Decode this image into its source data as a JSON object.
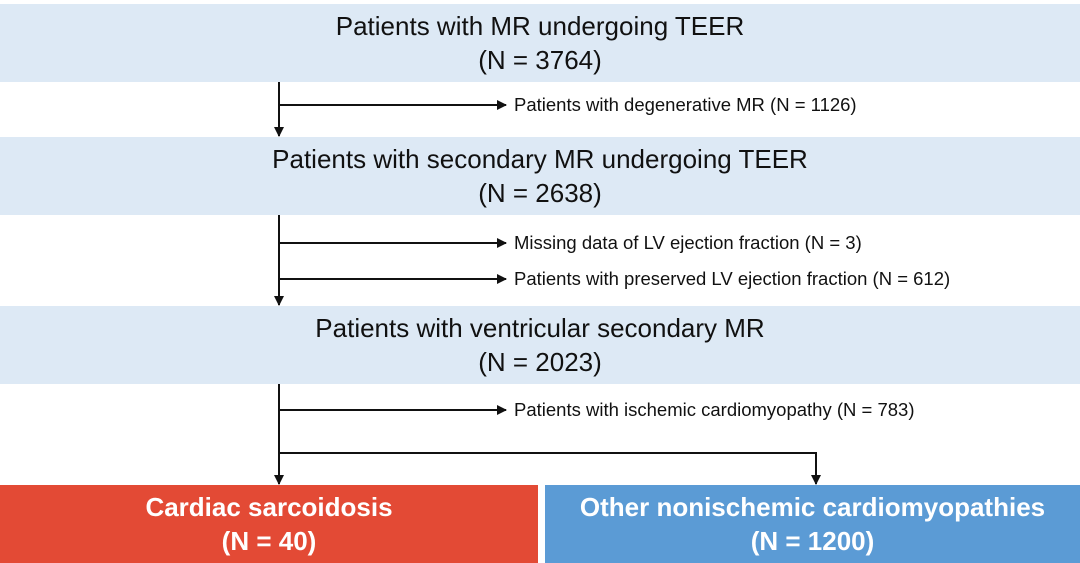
{
  "stages": [
    {
      "title": "Patients with MR undergoing TEER",
      "count": "(N = 3764)"
    },
    {
      "title": "Patients with secondary MR undergoing TEER",
      "count": "(N = 2638)"
    },
    {
      "title": "Patients with ventricular secondary MR",
      "count": "(N = 2023)"
    }
  ],
  "exclusions": [
    "Patients with degenerative MR (N = 1126)",
    "Missing data of LV ejection fraction (N = 3)",
    "Patients with preserved LV ejection fraction (N = 612)",
    "Patients with ischemic cardiomyopathy (N = 783)"
  ],
  "outcomes": [
    {
      "title": "Cardiac sarcoidosis",
      "count": "(N = 40)",
      "color": "#e34a35"
    },
    {
      "title": "Other nonischemic cardiomyopathies",
      "count": "(N = 1200)",
      "color": "#5b9bd5"
    }
  ],
  "colors": {
    "stage_fill": "#dde9f5",
    "arrow": "#111111"
  }
}
